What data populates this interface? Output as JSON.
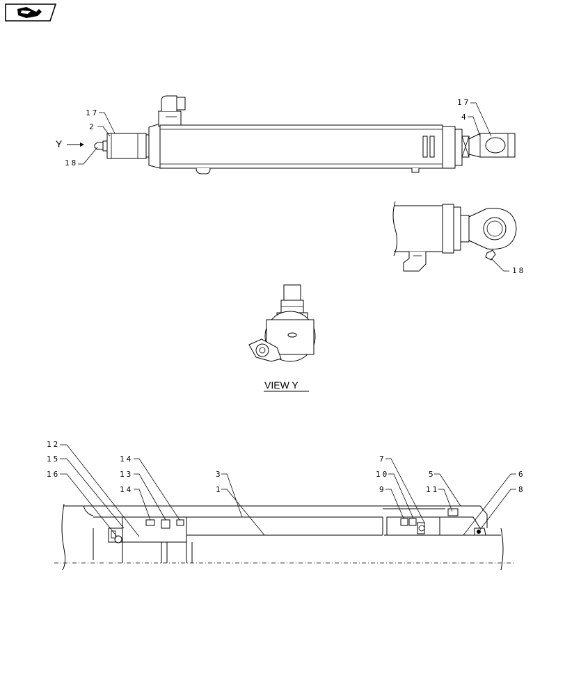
{
  "view_title": "VIEW  Y",
  "view_arrow_letter": "Y",
  "top_view": {
    "callouts": {
      "c17_left": "17",
      "c2": "2",
      "c18_left": "18",
      "c17_right": "17",
      "c4": "4"
    }
  },
  "detail_view": {
    "callouts": {
      "c18": "18"
    }
  },
  "section_view": {
    "callouts": {
      "c12": "12",
      "c15": "15",
      "c16": "16",
      "c14a": "14",
      "c13": "13",
      "c14b": "14",
      "c3": "3",
      "c1": "1",
      "c7": "7",
      "c10": "10",
      "c9": "9",
      "c5": "5",
      "c11": "11",
      "c6": "6",
      "c8": "8"
    }
  },
  "icons": {
    "corner": "hand-book-icon"
  }
}
